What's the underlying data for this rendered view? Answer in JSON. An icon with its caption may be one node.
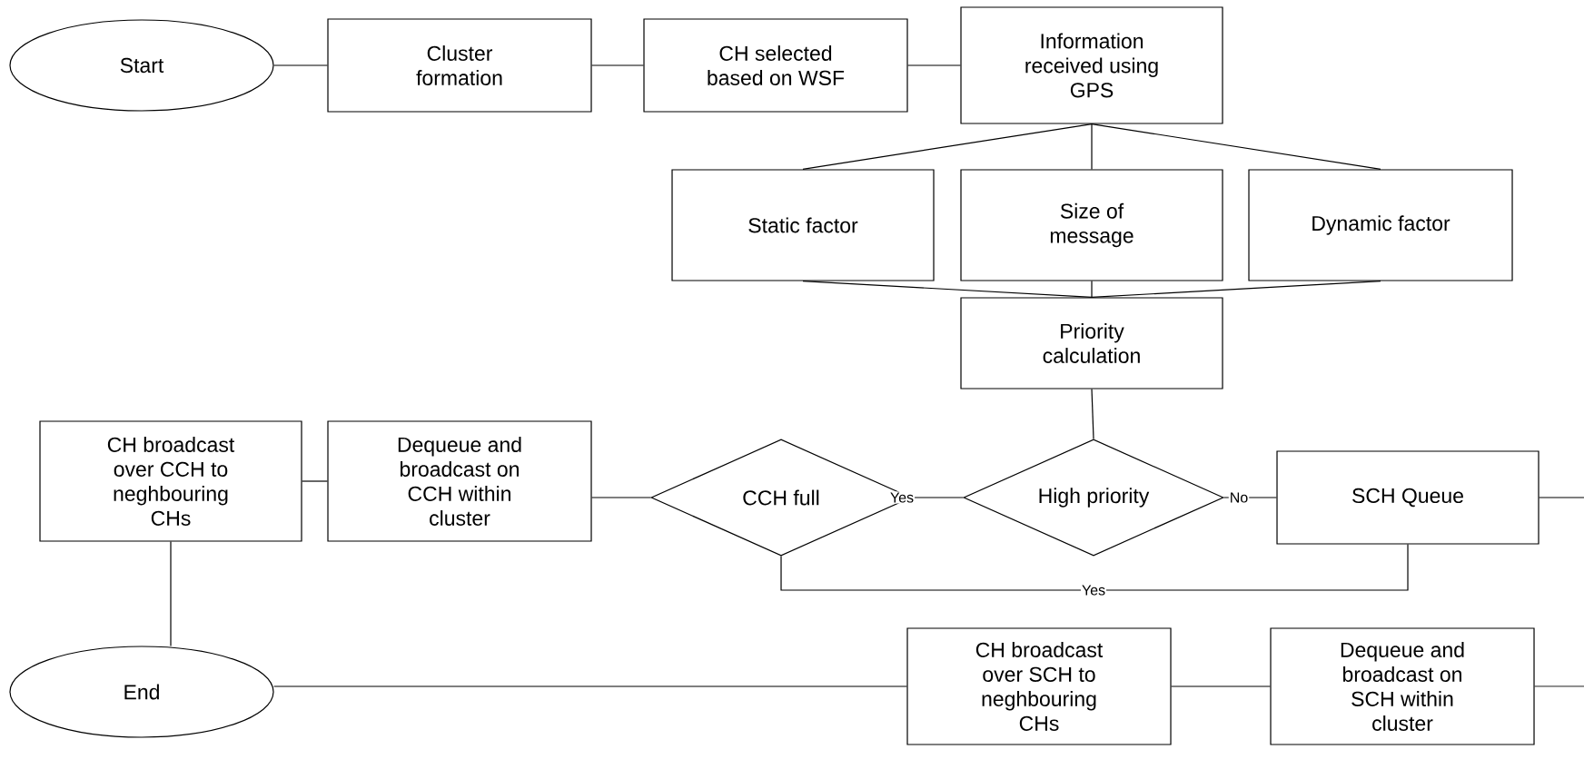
{
  "diagram": {
    "nodes": [
      {
        "text": [
          "Start"
        ]
      },
      {
        "text": [
          "Cluster formation"
        ]
      },
      {
        "text": [
          "CH selected based on WSF"
        ]
      },
      {
        "text": [
          "Information received using GPS"
        ]
      },
      {
        "text": [
          "Static factor"
        ]
      },
      {
        "text": [
          "Size of message"
        ]
      },
      {
        "text": [
          "Dynamic factor"
        ]
      },
      {
        "text": [
          "Priority calculation"
        ]
      },
      {
        "text": [
          "CH broadcast over CCH to neghbouring CHs"
        ]
      },
      {
        "text": [
          "Dequeue and broadcast on CCH within cluster"
        ]
      },
      {
        "text": [
          "CCH full"
        ]
      },
      {
        "text": [
          "High priority"
        ]
      },
      {
        "text": [
          "SCH Queue"
        ]
      },
      {
        "text": [
          "End"
        ]
      },
      {
        "text": [
          "CH broadcast over SCH to neghbouring CHs"
        ]
      },
      {
        "text": [
          "Dequeue and broadcast on SCH within cluster"
        ]
      }
    ],
    "edges": [
      {
        "from": 0,
        "to": 1,
        "arrow": "none"
      },
      {
        "from": 1,
        "to": 2,
        "arrow": "none"
      },
      {
        "from": 2,
        "to": 3,
        "arrow": "none"
      },
      {
        "from": 3,
        "to": 4,
        "arrow": "none"
      },
      {
        "from": 3,
        "to": 5,
        "arrow": "none"
      },
      {
        "from": 3,
        "to": 6,
        "arrow": "none"
      },
      {
        "from": 4,
        "to": 7,
        "arrow": "none"
      },
      {
        "from": 5,
        "to": 7,
        "arrow": "none"
      },
      {
        "from": 6,
        "to": 7,
        "arrow": "none"
      },
      {
        "from": 7,
        "to": 11,
        "arrow": "none"
      },
      {
        "from": 11,
        "to": 10,
        "arrow": "none",
        "label": "Yes"
      },
      {
        "from": 11,
        "to": 12,
        "arrow": "none",
        "label": "No"
      },
      {
        "from": 12,
        "to": 10,
        "arrow": "none",
        "label": "Yes"
      },
      {
        "from": 10,
        "to": 9,
        "arrow": "none"
      },
      {
        "from": 9,
        "to": 8,
        "arrow": "none"
      },
      {
        "from": 8,
        "to": 13,
        "arrow": "none"
      },
      {
        "from": 12,
        "to": null,
        "arrow": "none"
      },
      {
        "from": 15,
        "to": null,
        "arrow": "none"
      },
      {
        "from": 15,
        "to": 14,
        "arrow": "none"
      },
      {
        "from": 14,
        "to": 13,
        "arrow": "none"
      }
    ]
  }
}
